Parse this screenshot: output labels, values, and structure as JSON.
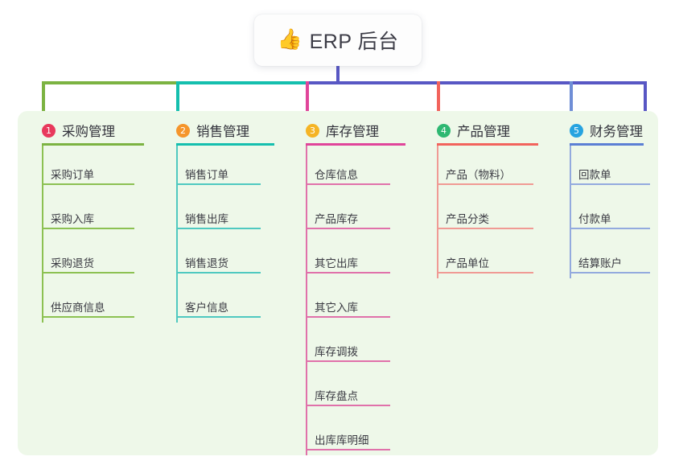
{
  "title": {
    "icon": "thumbs-up-icon",
    "icon_glyph": "👍",
    "text": "ERP 后台"
  },
  "palette": {
    "panel_bg": "#eef8e9",
    "page_bg": "#ffffff",
    "trunk": "#5857c4",
    "col1": "#7cb342",
    "col2": "#15bfae",
    "col3": "#e0459a",
    "col4": "#f2635c",
    "col5": "#6f8ed6"
  },
  "columns": [
    {
      "number": "1",
      "label": "采购管理",
      "badge_color": "#e8395c",
      "rule_color": "#7cb342",
      "line_color": "#8cc152",
      "drop_color": "#7cb342",
      "items": [
        "采购订单",
        "采购入库",
        "采购退货",
        "供应商信息"
      ]
    },
    {
      "number": "2",
      "label": "销售管理",
      "badge_color": "#f5952b",
      "rule_color": "#15bfae",
      "line_color": "#4fc9c0",
      "drop_color": "#15bfae",
      "items": [
        "销售订单",
        "销售出库",
        "销售退货",
        "客户信息"
      ]
    },
    {
      "number": "3",
      "label": "库存管理",
      "badge_color": "#f5b425",
      "rule_color": "#e0459a",
      "line_color": "#e071aa",
      "drop_color": "#e0459a",
      "items": [
        "仓库信息",
        "产品库存",
        "其它出库",
        "其它入库",
        "库存调拨",
        "库存盘点",
        "出库库明细"
      ]
    },
    {
      "number": "4",
      "label": "产品管理",
      "badge_color": "#2eb872",
      "rule_color": "#f2635c",
      "line_color": "#f09a94",
      "drop_color": "#f2635c",
      "items": [
        "产品（物料）",
        "产品分类",
        "产品单位"
      ]
    },
    {
      "number": "5",
      "label": "财务管理",
      "badge_color": "#27a3e0",
      "rule_color": "#5b7fd4",
      "line_color": "#93aade",
      "drop_color": "#6f8ed6",
      "items": [
        "回款单",
        "付款单",
        "结算账户"
      ]
    }
  ],
  "connector": {
    "segments": [
      {
        "color": "#8cc152"
      },
      {
        "color": "#15bfae"
      },
      {
        "color": "#5857c4"
      }
    ]
  }
}
